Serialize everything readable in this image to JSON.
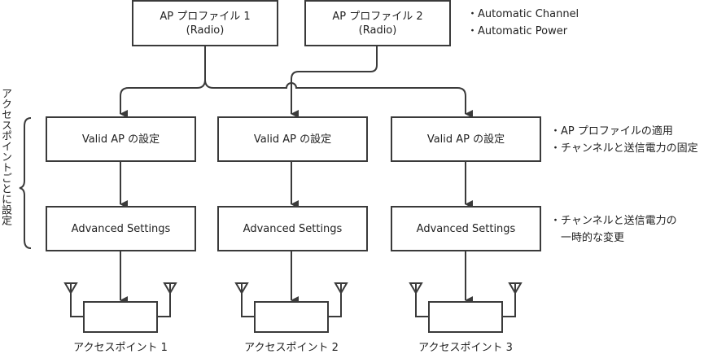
{
  "profiles": [
    {
      "title": "AP プロファイル 1",
      "subtitle": "(Radio)"
    },
    {
      "title": "AP プロファイル 2",
      "subtitle": "(Radio)"
    }
  ],
  "profile_notes": [
    "・Automatic Channel",
    "・Automatic Power"
  ],
  "valid_ap_label": "Valid AP の設定",
  "advanced_label": "Advanced Settings",
  "valid_ap_notes": [
    "・AP プロファイルの適用",
    "・チャンネルと送信電力の固定"
  ],
  "advanced_notes": [
    "・チャンネルと送信電力の",
    "　一時的な変更"
  ],
  "side_label": "アクセスポイントごとに設定",
  "access_points": [
    "アクセスポイント 1",
    "アクセスポイント 2",
    "アクセスポイント 3"
  ],
  "colors": {
    "stroke": "#3a3a3a",
    "text": "#222222",
    "background": "#ffffff"
  }
}
